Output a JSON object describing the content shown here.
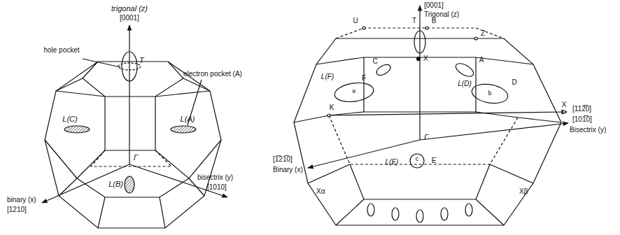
{
  "diagram": {
    "labels": [
      "trigonal (z)",
      "[0001]",
      "hole pocket",
      "T",
      "electron pocket (A)",
      "L(C)",
      "L(A)",
      "Γ",
      "L(B)",
      "bisectrix (y)",
      "[1010]",
      "binary (x)",
      "[1210]",
      "[0001]",
      "Trigonal (z)",
      "U",
      "T",
      "B",
      "Z",
      "X",
      "C",
      "A",
      "L(F)",
      "F",
      "e",
      "L(D)",
      "D",
      "b",
      "K",
      "X",
      "[112̅0]",
      "[101̅0]",
      "Bisectrix (y)",
      "Γ",
      "[1̅21̅0]",
      "Binary (x)",
      "L(E)",
      "E",
      "c",
      "Xα",
      "Xβ"
    ]
  }
}
